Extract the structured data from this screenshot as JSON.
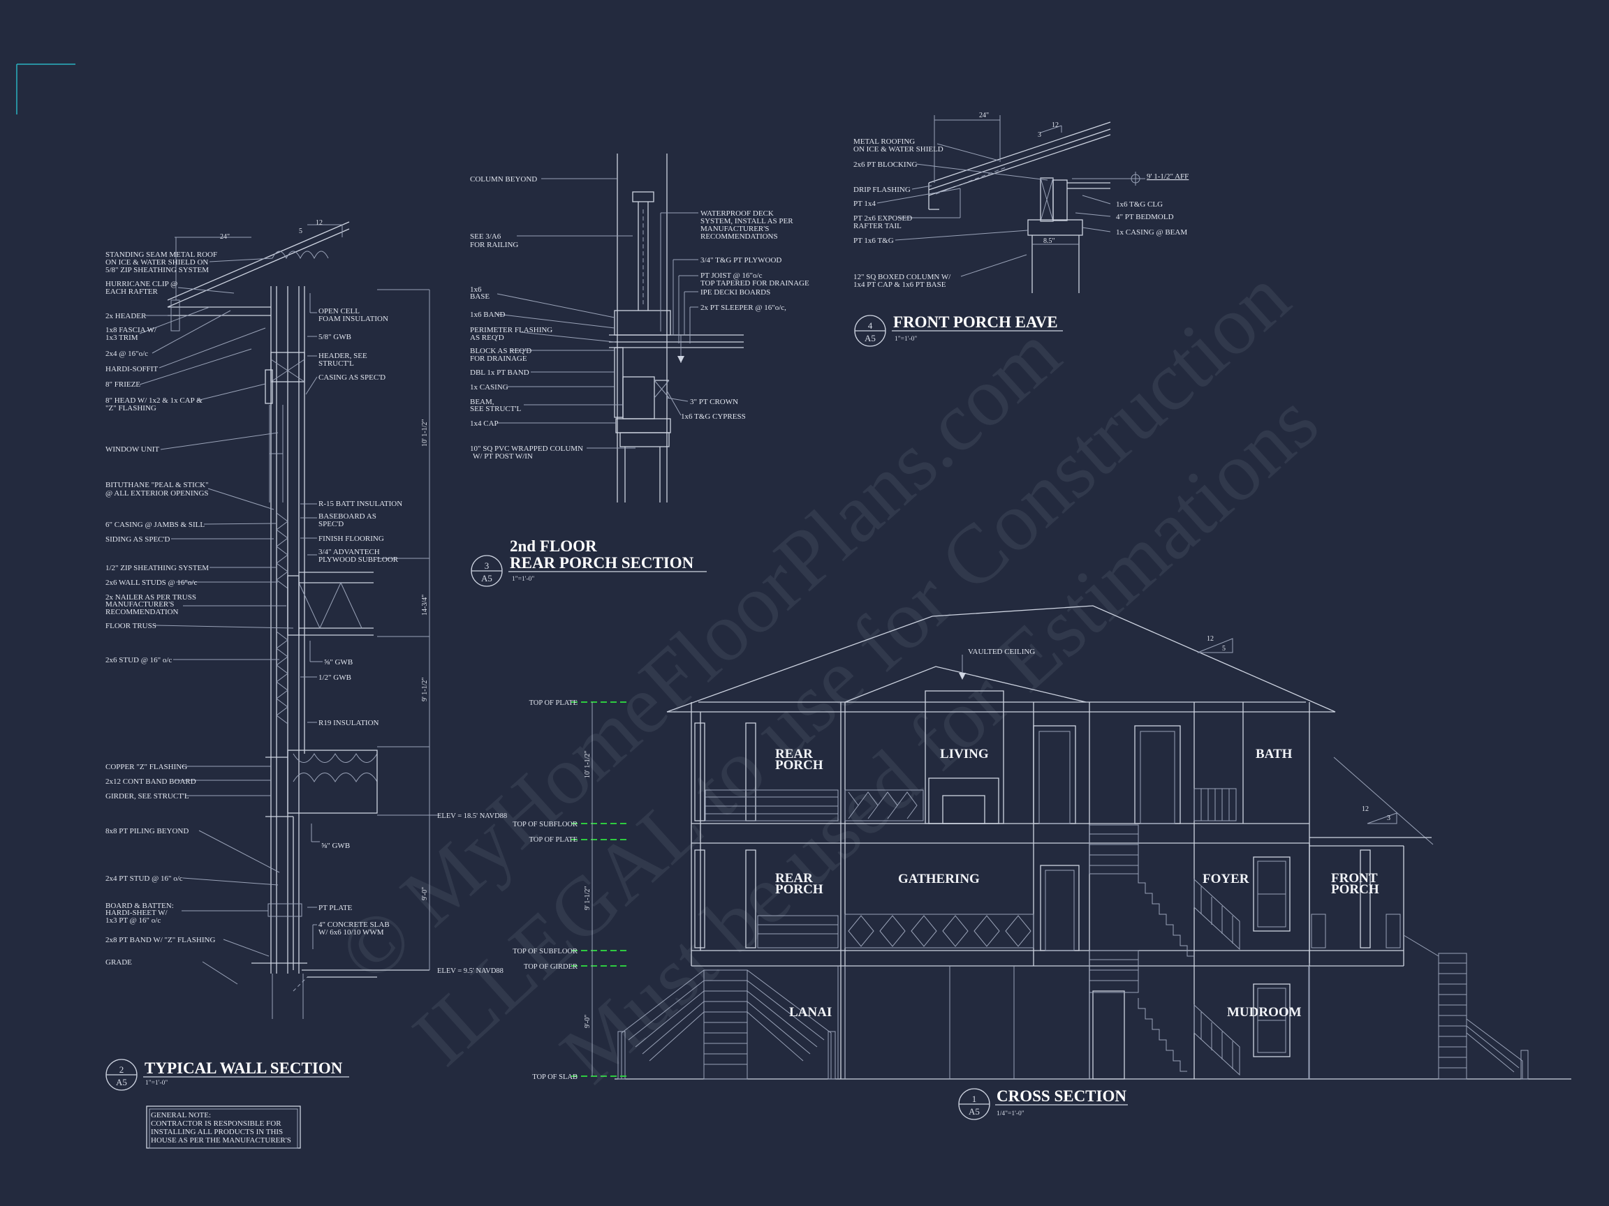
{
  "colors": {
    "background": "#232a3e",
    "line": "#cfd5e2",
    "level_marker": "#2ecc40",
    "corner_mark": "#2bb3c0"
  },
  "watermark": {
    "line1": "© MyHomeFloorPlans.com",
    "line2": "ILLEGAL to use for Construction",
    "line3": "Must be used for Estimations"
  },
  "titles": {
    "cross_section": {
      "num": "1",
      "sheet": "A5",
      "name": "CROSS SECTION",
      "scale": "1/4\"=1'-0\""
    },
    "wall_section": {
      "num": "2",
      "sheet": "A5",
      "name": "TYPICAL WALL SECTION",
      "scale": "1\"=1'-0\""
    },
    "rear_porch": {
      "num": "3",
      "sheet": "A5",
      "name1": "2nd FLOOR",
      "name2": "REAR PORCH SECTION",
      "scale": "1\"=1'-0\""
    },
    "porch_eave": {
      "num": "4",
      "sheet": "A5",
      "name": "FRONT PORCH EAVE",
      "scale": "1\"=1'-0\""
    }
  },
  "general_note": [
    "GENERAL NOTE:",
    "CONTRACTOR IS RESPONSIBLE FOR",
    "INSTALLING ALL PRODUCTS IN THIS",
    "HOUSE AS PER THE MANUFACTURER'S"
  ],
  "wall_notes": [
    "STANDING SEAM METAL ROOF",
    "ON ICE & WATER SHIELD ON",
    "5/8\" ZIP SHEATHING SYSTEM",
    "HURRICANE CLIP @",
    "EACH RAFTER",
    "2x HEADER",
    "1x8 FASCIA W/",
    "1x3 TRIM",
    "2x4 @ 16\"o/c",
    "HARDI-SOFFIT",
    "8\" FRIEZE",
    "8\" HEAD W/ 1x2 & 1x CAP &",
    "\"Z\" FLASHING",
    "WINDOW UNIT",
    "BITUTHANE \"PEAL & STICK\"",
    "@ ALL EXTERIOR OPENINGS",
    "6\" CASING @ JAMBS & SILL",
    "SIDING AS SPEC'D",
    "1/2\" ZIP SHEATHING SYSTEM",
    "2x6 WALL STUDS @ 16\"o/c",
    "2x NAILER AS PER TRUSS",
    "MANUFACTURER'S",
    "RECOMMENDATION",
    "FLOOR TRUSS",
    "2x6 STUD @ 16\" o/c",
    "COPPER \"Z\" FLASHING",
    "2x12 CONT BAND BOARD",
    "GIRDER, SEE STRUCT'L",
    "8x8 PT PILING BEYOND",
    "2x4 PT STUD @ 16\" o/c",
    "BOARD & BATTEN:",
    "HARDI-SHEET W/",
    "1x3 PT @ 16\" o/c",
    "2x8 PT BAND W/ \"Z\" FLASHING",
    "GRADE"
  ],
  "wall_notes_right": [
    "OPEN CELL",
    "FOAM INSULATION",
    "5/8\" GWB",
    "HEADER, SEE",
    "STRUCT'L",
    "CASING AS SPEC'D",
    "R-15 BATT INSULATION",
    "BASEBOARD AS",
    "SPEC'D",
    "FINISH FLOORING",
    "3/4\" ADVANTECH",
    "PLYWOOD SUBFLOOR",
    "⅝\" GWB",
    "1/2\" GWB",
    "R19 INSULATION",
    "⅝\" GWB",
    "PT PLATE",
    "4\" CONCRETE SLAB",
    "W/ 6x6 10/10 WWM"
  ],
  "wall_dims": [
    "24\"",
    "12",
    "5",
    "10' 1-1/2\"",
    "14-3/4\"",
    "9' 1-1/2\"",
    "9'-0\"",
    "ELEV = 18.5' NAVD88",
    "ELEV = 9.5' NAVD88"
  ],
  "porch_notes_left": [
    "COLUMN BEYOND",
    "SEE 3/A6",
    "FOR RAILING",
    "1x6",
    "BASE",
    "1x6 BAND",
    "PERIMETER FLASHING",
    "AS REQ'D",
    "BLOCK AS REQ'D",
    "FOR DRAINAGE",
    "DBL 1x PT BAND",
    "1x CASING",
    "BEAM,",
    "SEE STRUCT'L",
    "1x4 CAP",
    "10\" SQ PVC WRAPPED COLUMN",
    "W/ PT POST W/IN"
  ],
  "porch_notes_right": [
    "WATERPROOF DECK",
    "SYSTEM, INSTALL AS PER",
    "MANUFACTURER'S",
    "RECOMMENDATIONS",
    "3/4\" T&G PT PLYWOOD",
    "PT JOIST @ 16\"o/c",
    "TOP TAPERED FOR DRAINAGE",
    "IPE DECKI BOARDS",
    "2x PT SLEEPER @ 16\"o/c,",
    "3\" PT CROWN",
    "1x6 T&G CYPRESS"
  ],
  "eave_notes": [
    "METAL ROOFING",
    "ON ICE & WATER SHIELD",
    "2x6 PT BLOCKING",
    "DRIP FLASHING",
    "PT 1x4",
    "PT 2x6 EXPOSED",
    "RAFTER TAIL",
    "PT 1x6 T&G",
    "12\" SQ BOXED COLUMN W/",
    "1x4 PT CAP & 1x6 PT BASE",
    "1x6 T&G CLG",
    "4\" PT BEDMOLD",
    "1x CASING @ BEAM",
    "9' 1-1/2\" AFF",
    "24\"",
    "12",
    "3",
    "8.5\""
  ],
  "rooms": [
    "REAR",
    "PORCH",
    "LIVING",
    "BATH",
    "REAR",
    "PORCH",
    "GATHERING",
    "FOYER",
    "FRONT",
    "PORCH",
    "LANAI",
    "MUDROOM"
  ],
  "cross_labels": [
    "VAULTED CEILING",
    "12",
    "5",
    "12",
    "3"
  ],
  "levels": [
    "TOP OF PLATE",
    "TOP OF SUBFLOOR",
    "TOP OF PLATE",
    "TOP OF SUBFLOOR",
    "TOP OF GIRDER",
    "TOP OF SLAB"
  ],
  "level_dims": [
    "10' 1-1/2\"",
    "9' 1-1/2\"",
    "9'-0\""
  ]
}
